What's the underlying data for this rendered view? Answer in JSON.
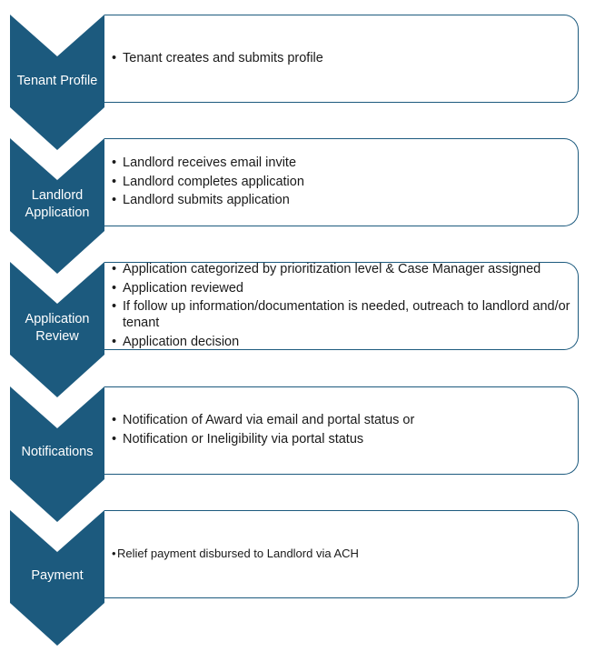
{
  "diagram": {
    "stages": [
      {
        "label": "Tenant Profile",
        "items": [
          "Tenant creates and submits profile"
        ]
      },
      {
        "label": "Landlord Application",
        "items": [
          "Landlord receives email invite",
          "Landlord completes application",
          "Landlord submits application"
        ]
      },
      {
        "label": "Application Review",
        "items": [
          "Application categorized by prioritization level & Case Manager assigned",
          "Application reviewed",
          "If follow up information/documentation is needed, outreach to landlord and/or tenant",
          "Application decision"
        ]
      },
      {
        "label": "Notifications",
        "items": [
          "Notification of Award via email and portal status or",
          "Notification or Ineligibility via portal status"
        ]
      },
      {
        "label": "Payment",
        "items": [
          "Relief payment disbursed to Landlord via ACH"
        ]
      }
    ],
    "colors": {
      "chevron": "#1c5a7e",
      "box_border": "#1c5a7e",
      "label_text": "#ffffff"
    }
  }
}
